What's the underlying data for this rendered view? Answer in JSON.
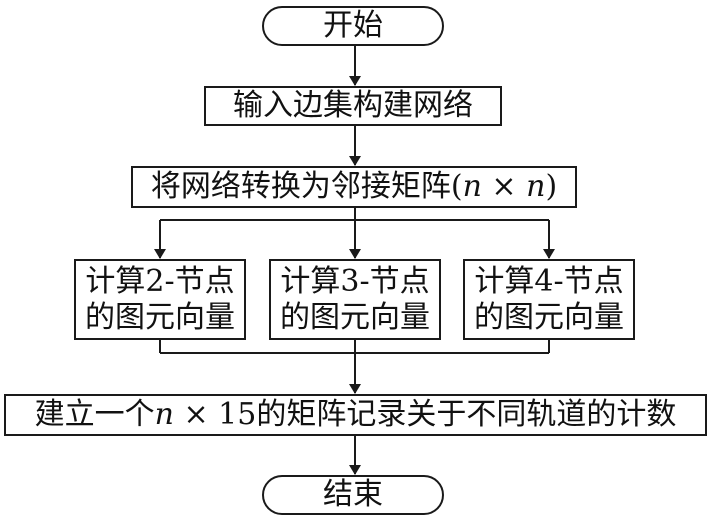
{
  "flowchart": {
    "start": "开始",
    "input": "输入边集构建网络",
    "convert": {
      "prefix": "将网络转换为邻接矩阵(",
      "n1": "n",
      "times": " × ",
      "n2": "n",
      "suffix": ")"
    },
    "branches": [
      {
        "line1": "计算2-节点",
        "line2": "的图元向量"
      },
      {
        "line1": "计算3-节点",
        "line2": "的图元向量"
      },
      {
        "line1": "计算4-节点",
        "line2": "的图元向量"
      }
    ],
    "matrix": {
      "prefix": "建立一个",
      "n": "n",
      "mid": " × 15",
      "suffix": "的矩阵记录关于不同轨道的计数"
    },
    "end": "结束"
  }
}
